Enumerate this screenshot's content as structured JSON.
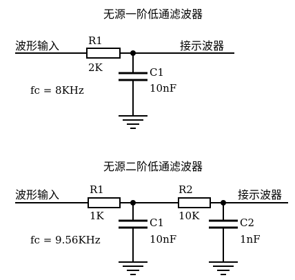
{
  "circuit1": {
    "title": "无源一阶低通滤波器",
    "input_label": "波形输入",
    "output_label": "接示波器",
    "r1": {
      "name": "R1",
      "value": "2K"
    },
    "c1": {
      "name": "C1",
      "value": "10nF"
    },
    "fc": "fc = 8KHz"
  },
  "circuit2": {
    "title": "无源二阶低通滤波器",
    "input_label": "波形输入",
    "output_label": "接示波器",
    "r1": {
      "name": "R1",
      "value": "1K"
    },
    "c1": {
      "name": "C1",
      "value": "10nF"
    },
    "r2": {
      "name": "R2",
      "value": "10K"
    },
    "c2": {
      "name": "C2",
      "value": "1nF"
    },
    "fc": "fc = 9.56KHz"
  }
}
